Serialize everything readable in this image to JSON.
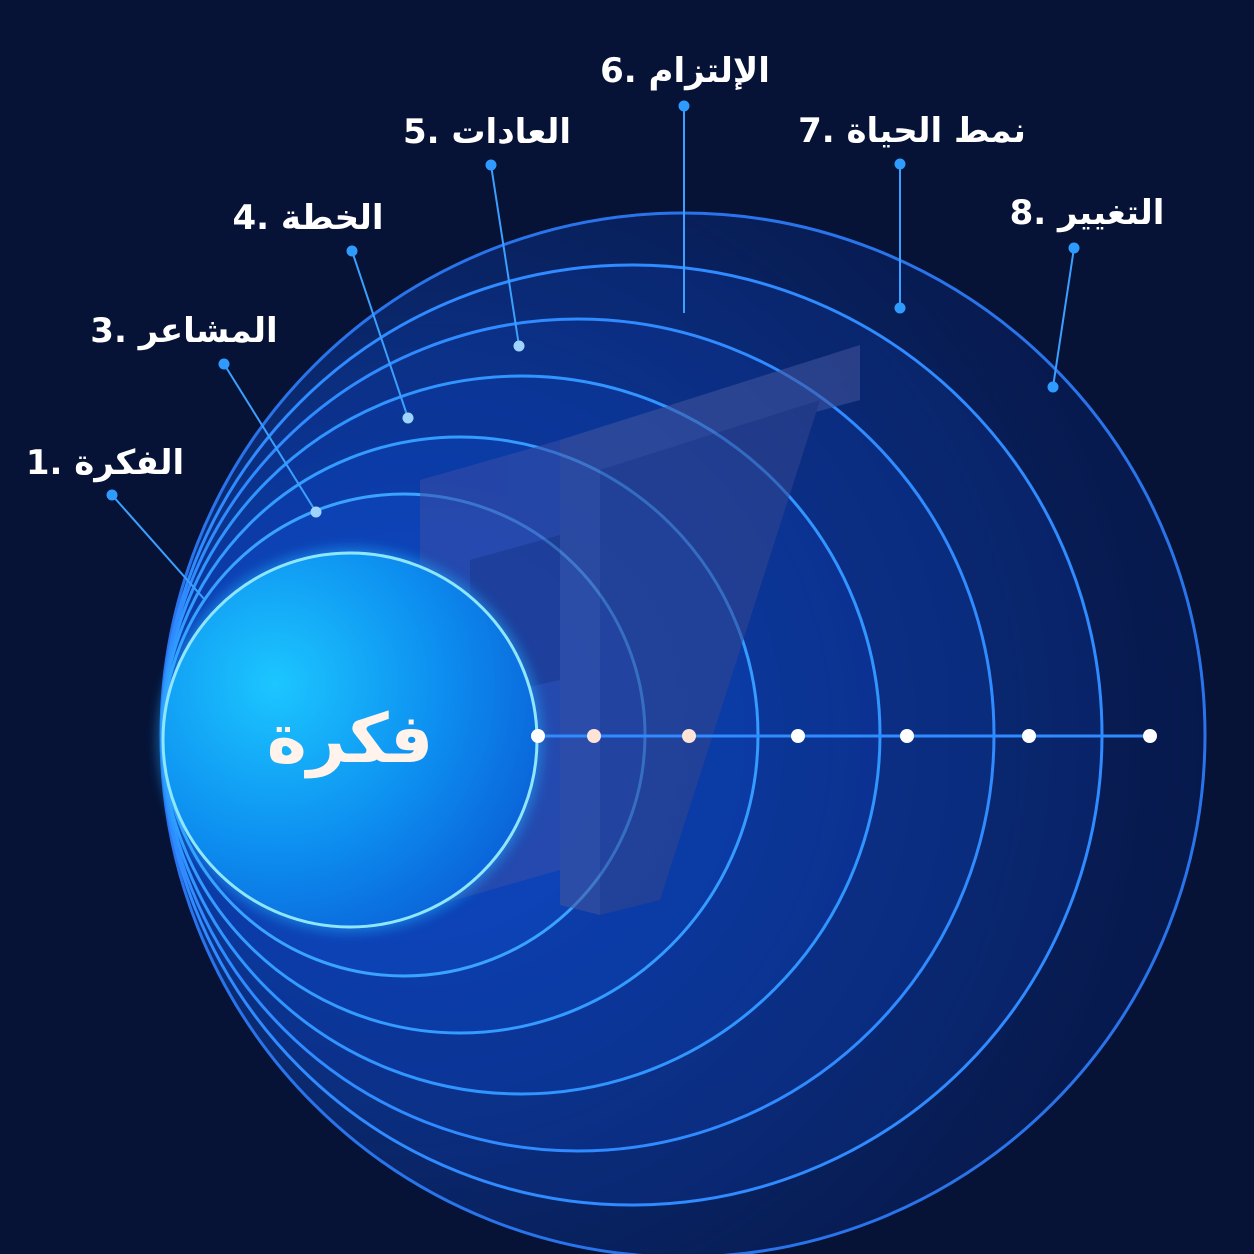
{
  "diagram": {
    "center_label": "فكرة",
    "stages": [
      {
        "label": "الفكرة .1"
      },
      {
        "label": "المشاعر .3"
      },
      {
        "label": "الخطة .4"
      },
      {
        "label": "العادات .5"
      },
      {
        "label": "الإلتزام .6"
      },
      {
        "label": "نمط الحياة .7"
      },
      {
        "label": "التغيير .8"
      }
    ]
  },
  "colors": {
    "background": "#061236",
    "ring_stroke": "#2f8bff",
    "ring_fill": "#0d4fd6",
    "core_fill": "#12a9ff",
    "core_stroke": "#8fe6ff",
    "leader_line": "#3b9fff",
    "timeline_line": "#2f8bff",
    "timeline_dot": "#ffffff",
    "emblem": "#3a4fa8"
  },
  "icons": {
    "emblem": "ej-monogram-icon"
  }
}
